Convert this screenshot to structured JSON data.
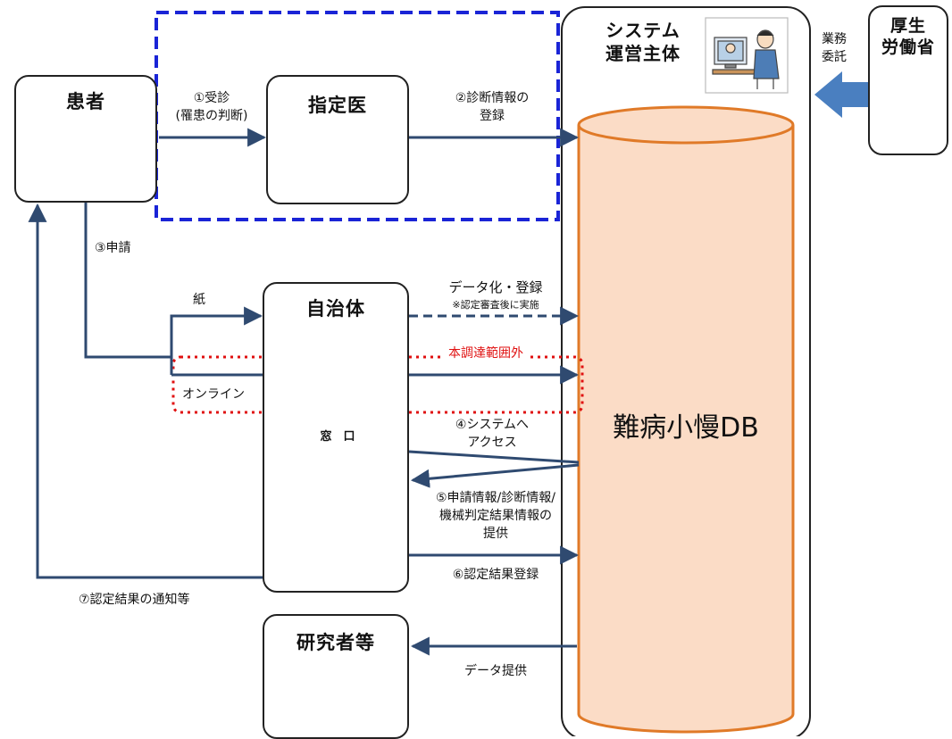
{
  "actors": {
    "patient": "患者",
    "doctor": "指定医",
    "system_operator_line1": "システム",
    "system_operator_line2": "運営主体",
    "mhlw_line1": "厚生",
    "mhlw_line2": "労働省",
    "municipality": "自治体",
    "researchers": "研究者等",
    "database": "難病小慢DB",
    "counter_sign": "窓　口"
  },
  "flows": {
    "step1_line1": "①受診",
    "step1_line2": "(罹患の判断)",
    "step2_line1": "②診断情報の",
    "step2_line2": "登録",
    "step3": "③申請",
    "paper": "紙",
    "online": "オンライン",
    "digitize": "データ化・登録",
    "digitize_note": "※認定審査後に実施",
    "out_of_scope": "本調達範囲外",
    "step4_line1": "④システムへ",
    "step4_line2": "アクセス",
    "step5_line1": "⑤申請情報/診断情報/",
    "step5_line2": "機械判定結果情報の",
    "step5_line3": "提供",
    "step6": "⑥認定結果登録",
    "step7": "⑦認定結果の通知等",
    "data_provision": "データ提供",
    "outsourcing_line1": "業務",
    "outsourcing_line2": "委託"
  },
  "colors": {
    "arrow": "#2f4a70",
    "db_fill": "#fbdcc6",
    "db_stroke": "#e07a28",
    "scope_dashed": "#1a24d6",
    "out_of_scope": "#e01010",
    "mhlw_arrow": "#4a7fc0"
  }
}
